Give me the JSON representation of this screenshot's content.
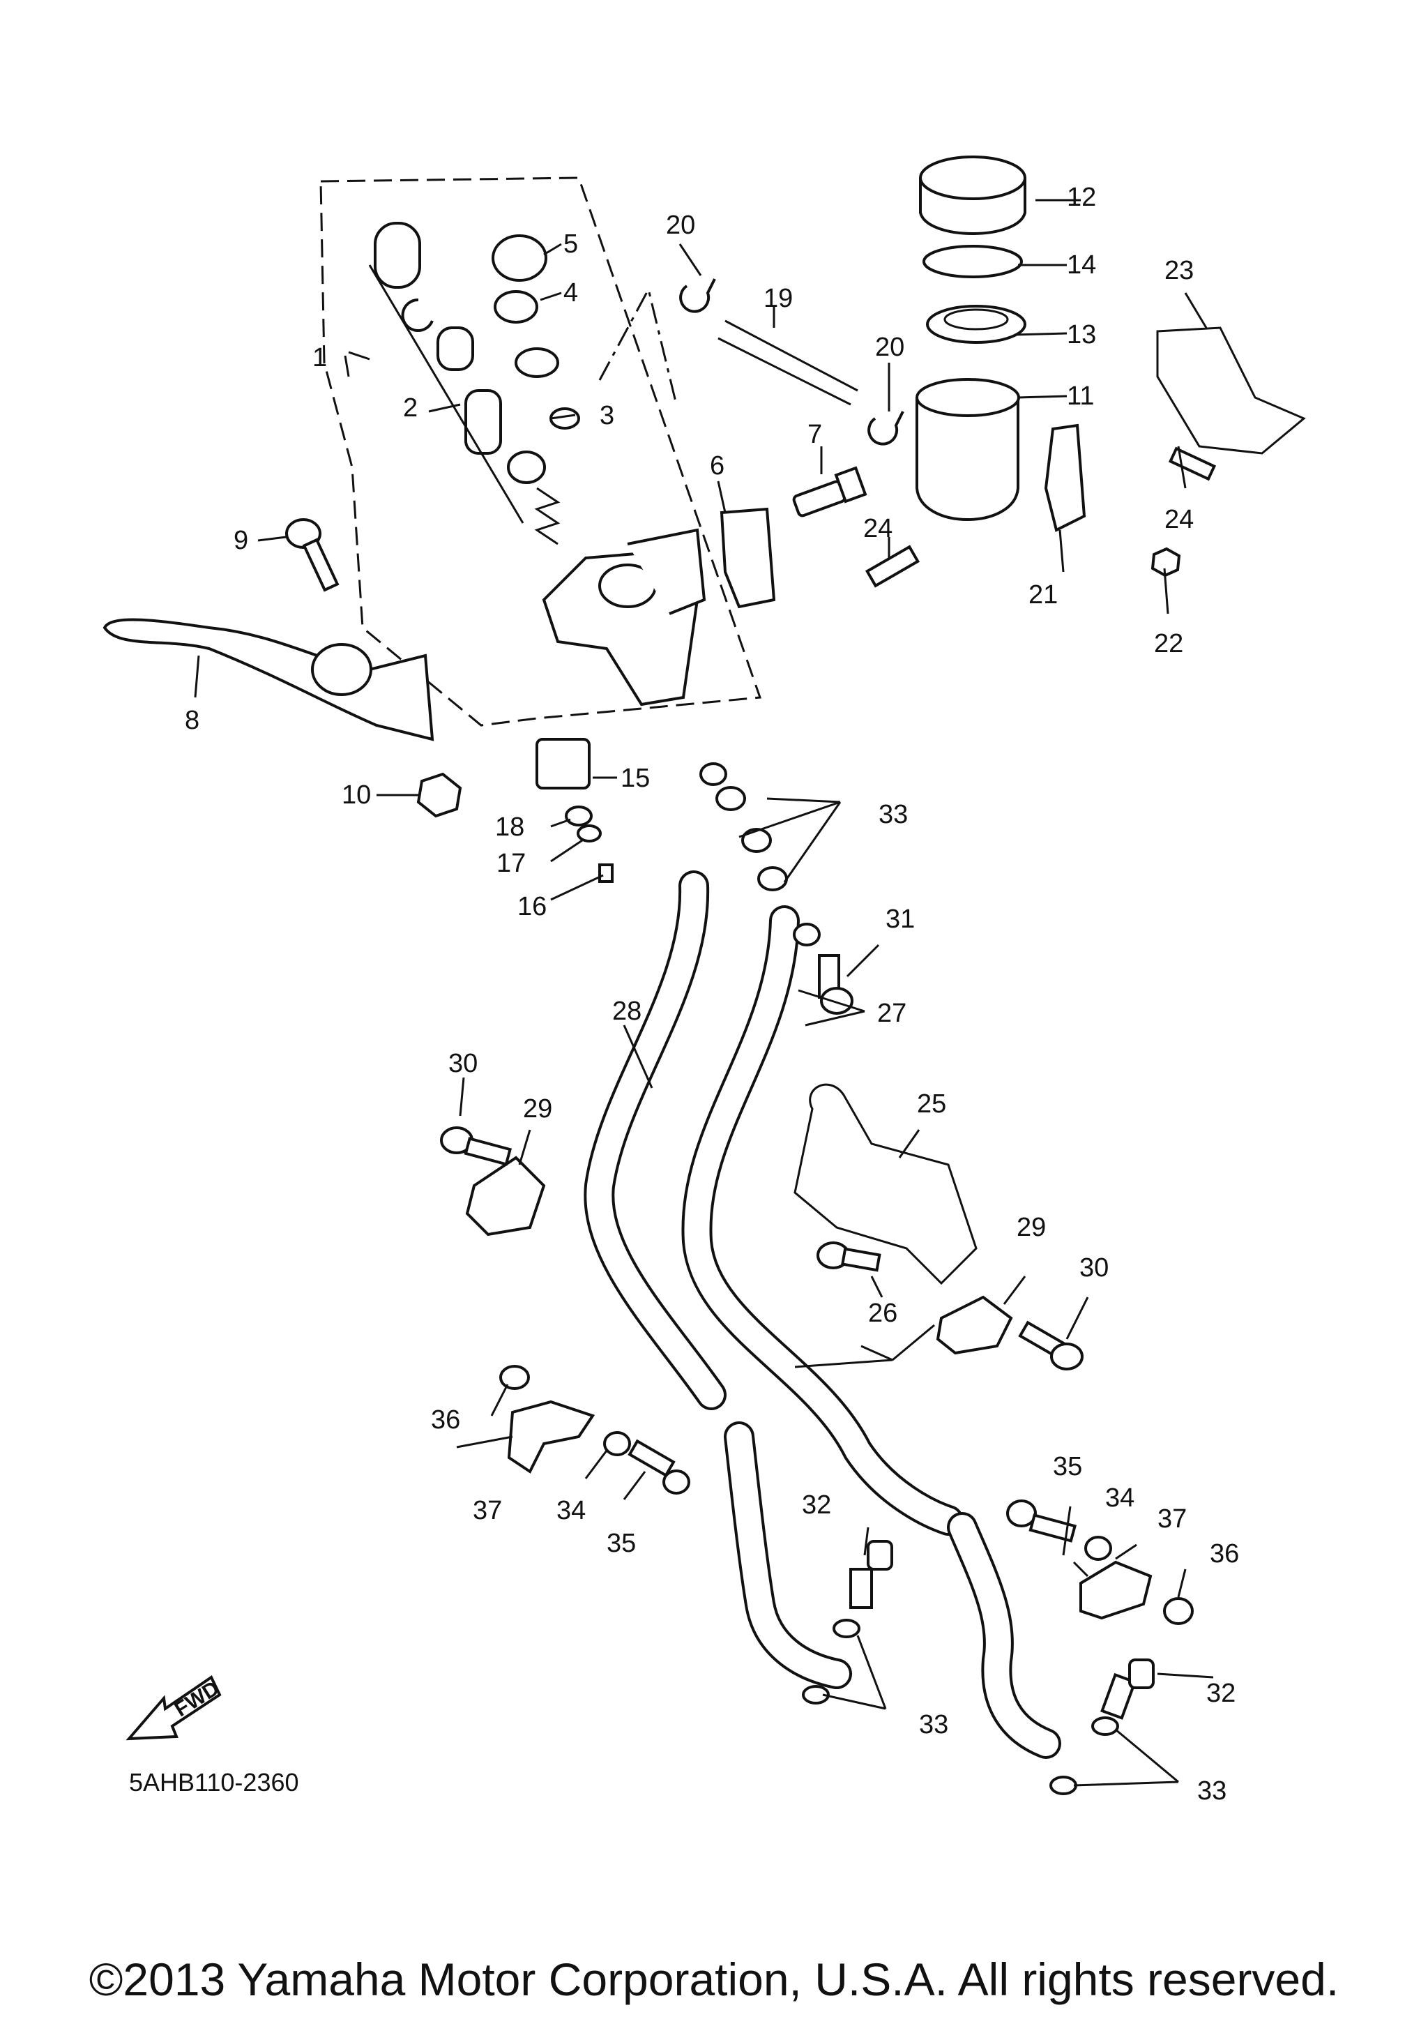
{
  "diagram": {
    "callouts": [
      "1",
      "2",
      "3",
      "4",
      "5",
      "6",
      "7",
      "8",
      "9",
      "10",
      "11",
      "12",
      "13",
      "14",
      "15",
      "16",
      "17",
      "18",
      "19",
      "20",
      "21",
      "22",
      "23",
      "24",
      "25",
      "26",
      "27",
      "28",
      "29",
      "30",
      "31",
      "32",
      "33",
      "34",
      "35",
      "36",
      "37"
    ],
    "fwd_badge": "FWD",
    "diagram_code": "5AHB110-2360",
    "copyright": "©2013 Yamaha Motor Corporation, U.S.A. All rights reserved."
  },
  "colors": {
    "ink": "#111111",
    "background": "#ffffff"
  }
}
